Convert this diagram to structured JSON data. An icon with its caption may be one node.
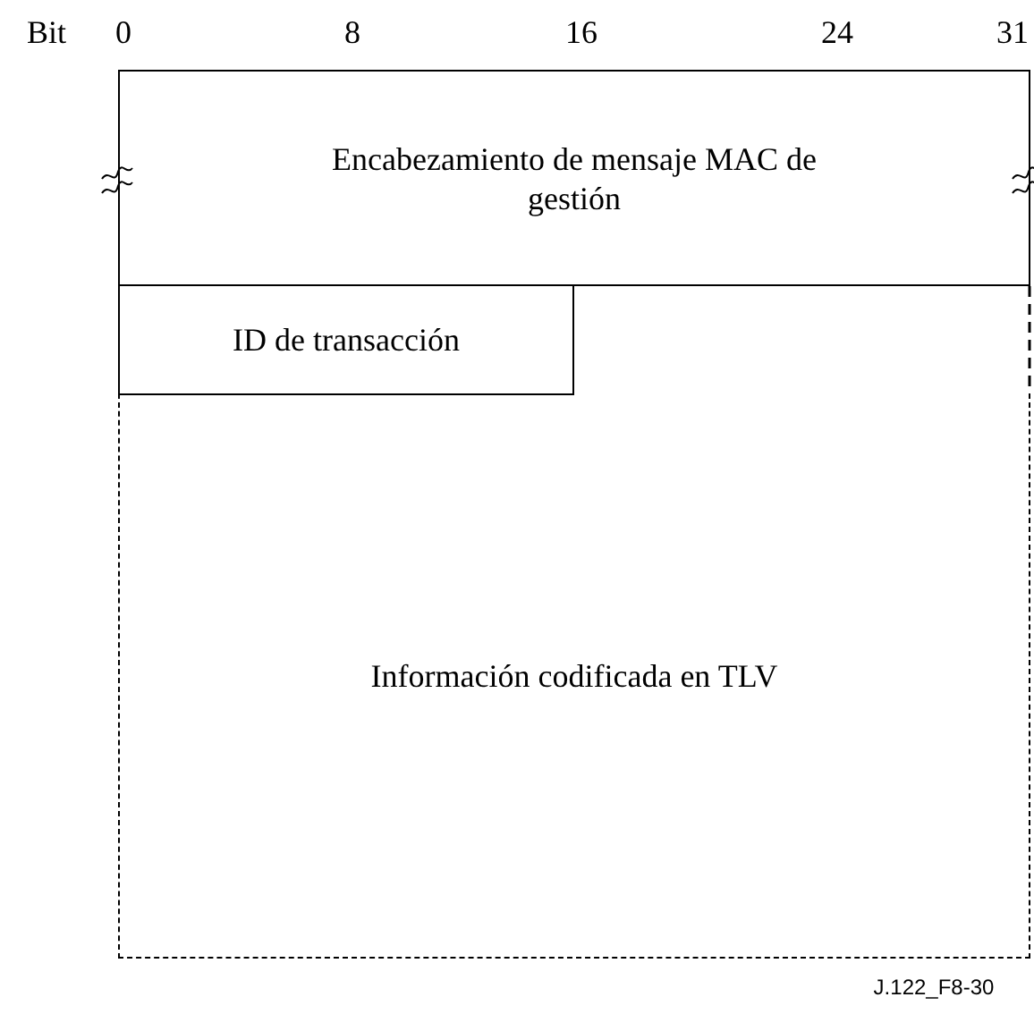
{
  "diagram": {
    "nodes": [
      {
        "text": [
          "Encabezamiento de mensaje MAC de gestión"
        ]
      },
      {
        "text": [
          "ID de transacción"
        ]
      },
      {
        "text": [
          "Información codificada en TLV"
        ]
      }
    ],
    "labels": [
      "Bit",
      "0",
      "8",
      "16",
      "24",
      "31",
      "J.122_F8-30"
    ]
  }
}
